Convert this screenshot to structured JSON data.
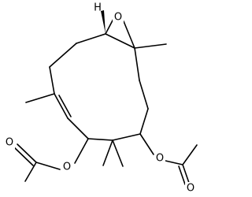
{
  "molecule": {
    "atoms": {
      "epoxide_oxygen": "O",
      "left_ester_ring_oxygen": "O",
      "left_carbonyl_oxygen": "O",
      "right_ester_ring_oxygen": "O",
      "right_carbonyl_oxygen": "O",
      "stereo_hydrogen": "H"
    }
  }
}
